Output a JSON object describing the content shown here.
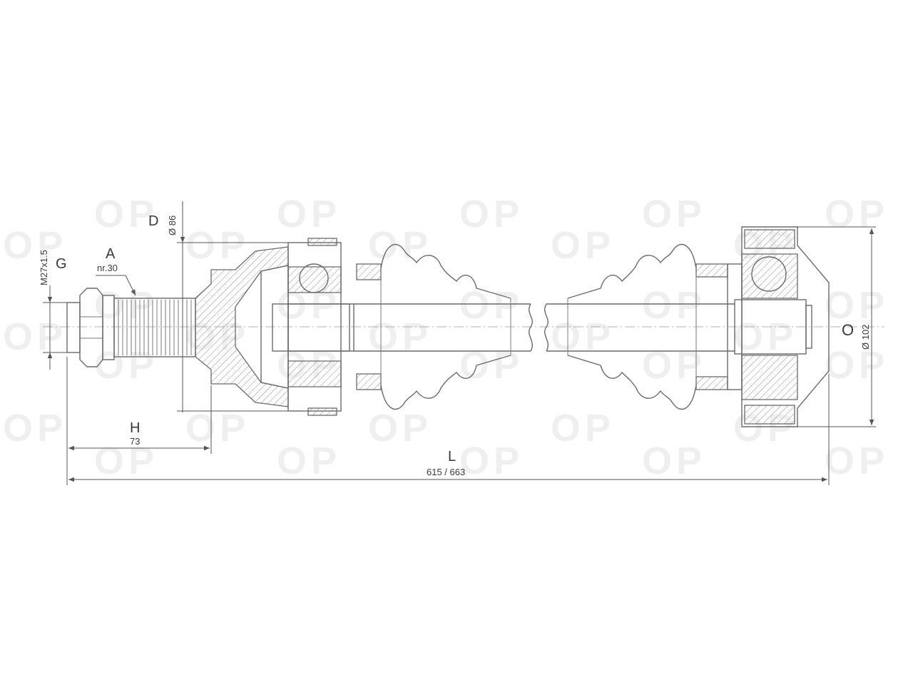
{
  "watermark": {
    "text": "OP"
  },
  "labels": {
    "g": "G",
    "thread": "M27x1.5",
    "a": "A",
    "splines": "nr.30",
    "d": "D",
    "d_value": "Ø 86",
    "h": "H",
    "h_value": "73",
    "l": "L",
    "l_value": "615 / 663",
    "o": "O",
    "o_value": "Ø 102"
  }
}
